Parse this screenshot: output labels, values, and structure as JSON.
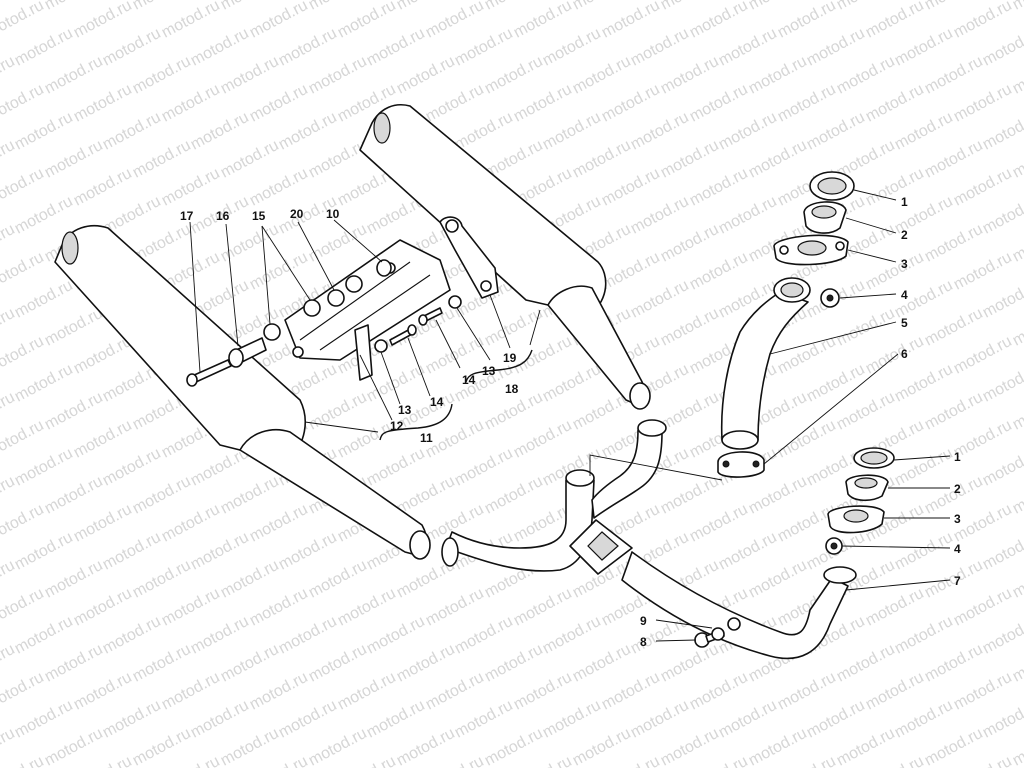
{
  "watermark": {
    "text": "motod.ru"
  },
  "callouts": {
    "c1a": "1",
    "c2a": "2",
    "c3a": "3",
    "c4a": "4",
    "c5": "5",
    "c6": "6",
    "c1b": "1",
    "c2b": "2",
    "c3b": "3",
    "c4b": "4",
    "c7": "7",
    "c8": "8",
    "c9": "9",
    "c10": "10",
    "c11": "11",
    "c12": "12",
    "c13a": "13",
    "c14a": "14",
    "c13b": "13",
    "c14b": "14",
    "c15": "15",
    "c16": "16",
    "c17": "17",
    "c18": "18",
    "c19": "19",
    "c20": "20"
  }
}
